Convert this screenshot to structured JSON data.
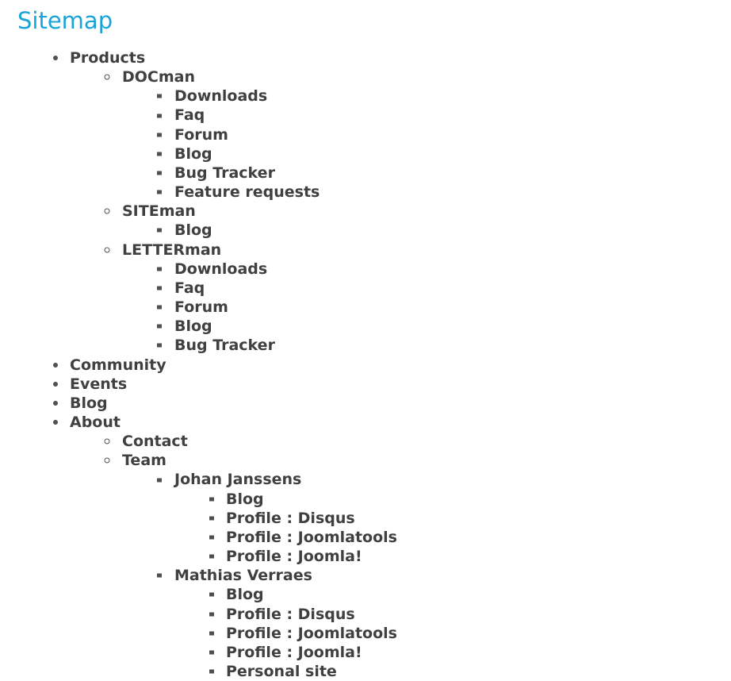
{
  "page": {
    "title": "Sitemap",
    "colors": {
      "title": "#1aa3d9",
      "text": "#404040",
      "background": "#ffffff"
    }
  },
  "sitemap": [
    {
      "label": "Products",
      "children": [
        {
          "label": "DOCman",
          "children": [
            {
              "label": "Downloads"
            },
            {
              "label": "Faq"
            },
            {
              "label": "Forum"
            },
            {
              "label": "Blog"
            },
            {
              "label": "Bug Tracker"
            },
            {
              "label": "Feature requests"
            }
          ]
        },
        {
          "label": "SITEman",
          "children": [
            {
              "label": "Blog"
            }
          ]
        },
        {
          "label": "LETTERman",
          "children": [
            {
              "label": "Downloads"
            },
            {
              "label": "Faq"
            },
            {
              "label": "Forum"
            },
            {
              "label": "Blog"
            },
            {
              "label": "Bug Tracker"
            }
          ]
        }
      ]
    },
    {
      "label": "Community"
    },
    {
      "label": "Events"
    },
    {
      "label": "Blog"
    },
    {
      "label": "About",
      "children": [
        {
          "label": "Contact"
        },
        {
          "label": "Team",
          "children": [
            {
              "label": "Johan Janssens",
              "children": [
                {
                  "label": "Blog"
                },
                {
                  "label": "Profile : Disqus"
                },
                {
                  "label": "Profile : Joomlatools"
                },
                {
                  "label": "Profile : Joomla!"
                }
              ]
            },
            {
              "label": "Mathias Verraes",
              "children": [
                {
                  "label": "Blog"
                },
                {
                  "label": "Profile : Disqus"
                },
                {
                  "label": "Profile : Joomlatools"
                },
                {
                  "label": "Profile : Joomla!"
                },
                {
                  "label": "Personal site"
                }
              ]
            }
          ]
        }
      ]
    }
  ]
}
